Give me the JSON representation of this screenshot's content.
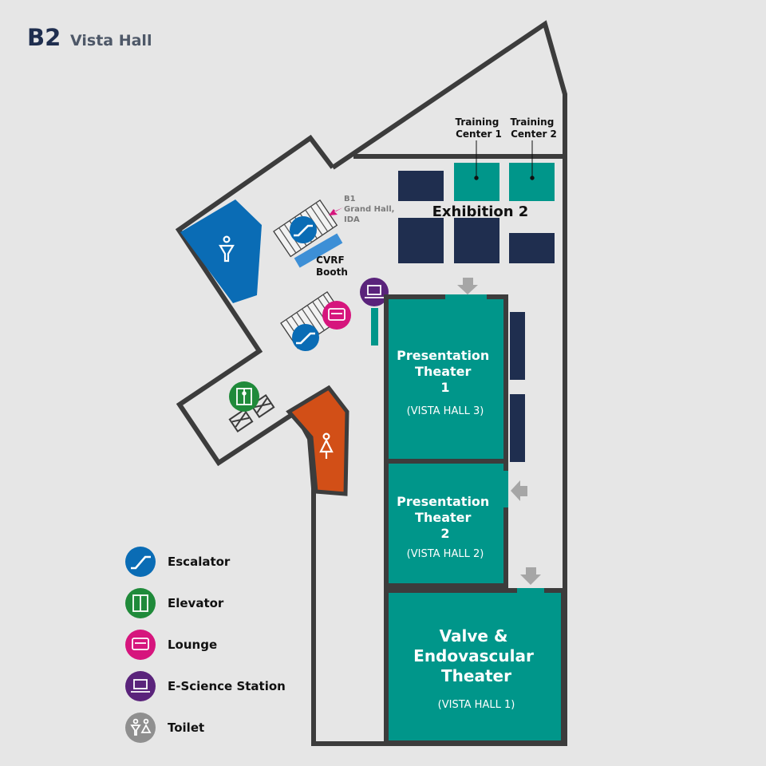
{
  "header": {
    "level": "B2",
    "hall": "Vista Hall"
  },
  "colors": {
    "background": "#e6e6e6",
    "wall": "#3c3c3c",
    "navy": "#1f2e4f",
    "teal": "#00968a",
    "blue": "#0a6cb5",
    "orange": "#d24f17",
    "green": "#1f8a3a",
    "magenta": "#d6157d",
    "purple": "#5a237b",
    "gray": "#8f8f8f"
  },
  "labels": {
    "training1": [
      "Training",
      "Center 1"
    ],
    "training2": [
      "Training",
      "Center 2"
    ],
    "exhibition2": "Exhibition 2",
    "b1_link": [
      "B1",
      "Grand Hall,",
      "IDA"
    ],
    "cvrf": [
      "CVRF",
      "Booth"
    ]
  },
  "theaters": {
    "pt1": {
      "name": [
        "Presentation",
        "Theater",
        "1"
      ],
      "sub": "(VISTA HALL 3)"
    },
    "pt2": {
      "name": [
        "Presentation",
        "Theater",
        "2"
      ],
      "sub": "(VISTA HALL 2)"
    },
    "valve": {
      "name": [
        "Valve &",
        "Endovascular",
        "Theater"
      ],
      "sub": "(VISTA HALL 1)"
    }
  },
  "legend": [
    {
      "icon": "escalator-icon",
      "label": "Escalator",
      "color": "#0a6cb5"
    },
    {
      "icon": "elevator-icon",
      "label": "Elevator",
      "color": "#1f8a3a"
    },
    {
      "icon": "lounge-icon",
      "label": "Lounge",
      "color": "#d6157d"
    },
    {
      "icon": "e-science-station-icon",
      "label": "E-Science Station",
      "color": "#5a237b"
    },
    {
      "icon": "toilet-icon",
      "label": "Toilet",
      "color": "#8f8f8f"
    }
  ]
}
